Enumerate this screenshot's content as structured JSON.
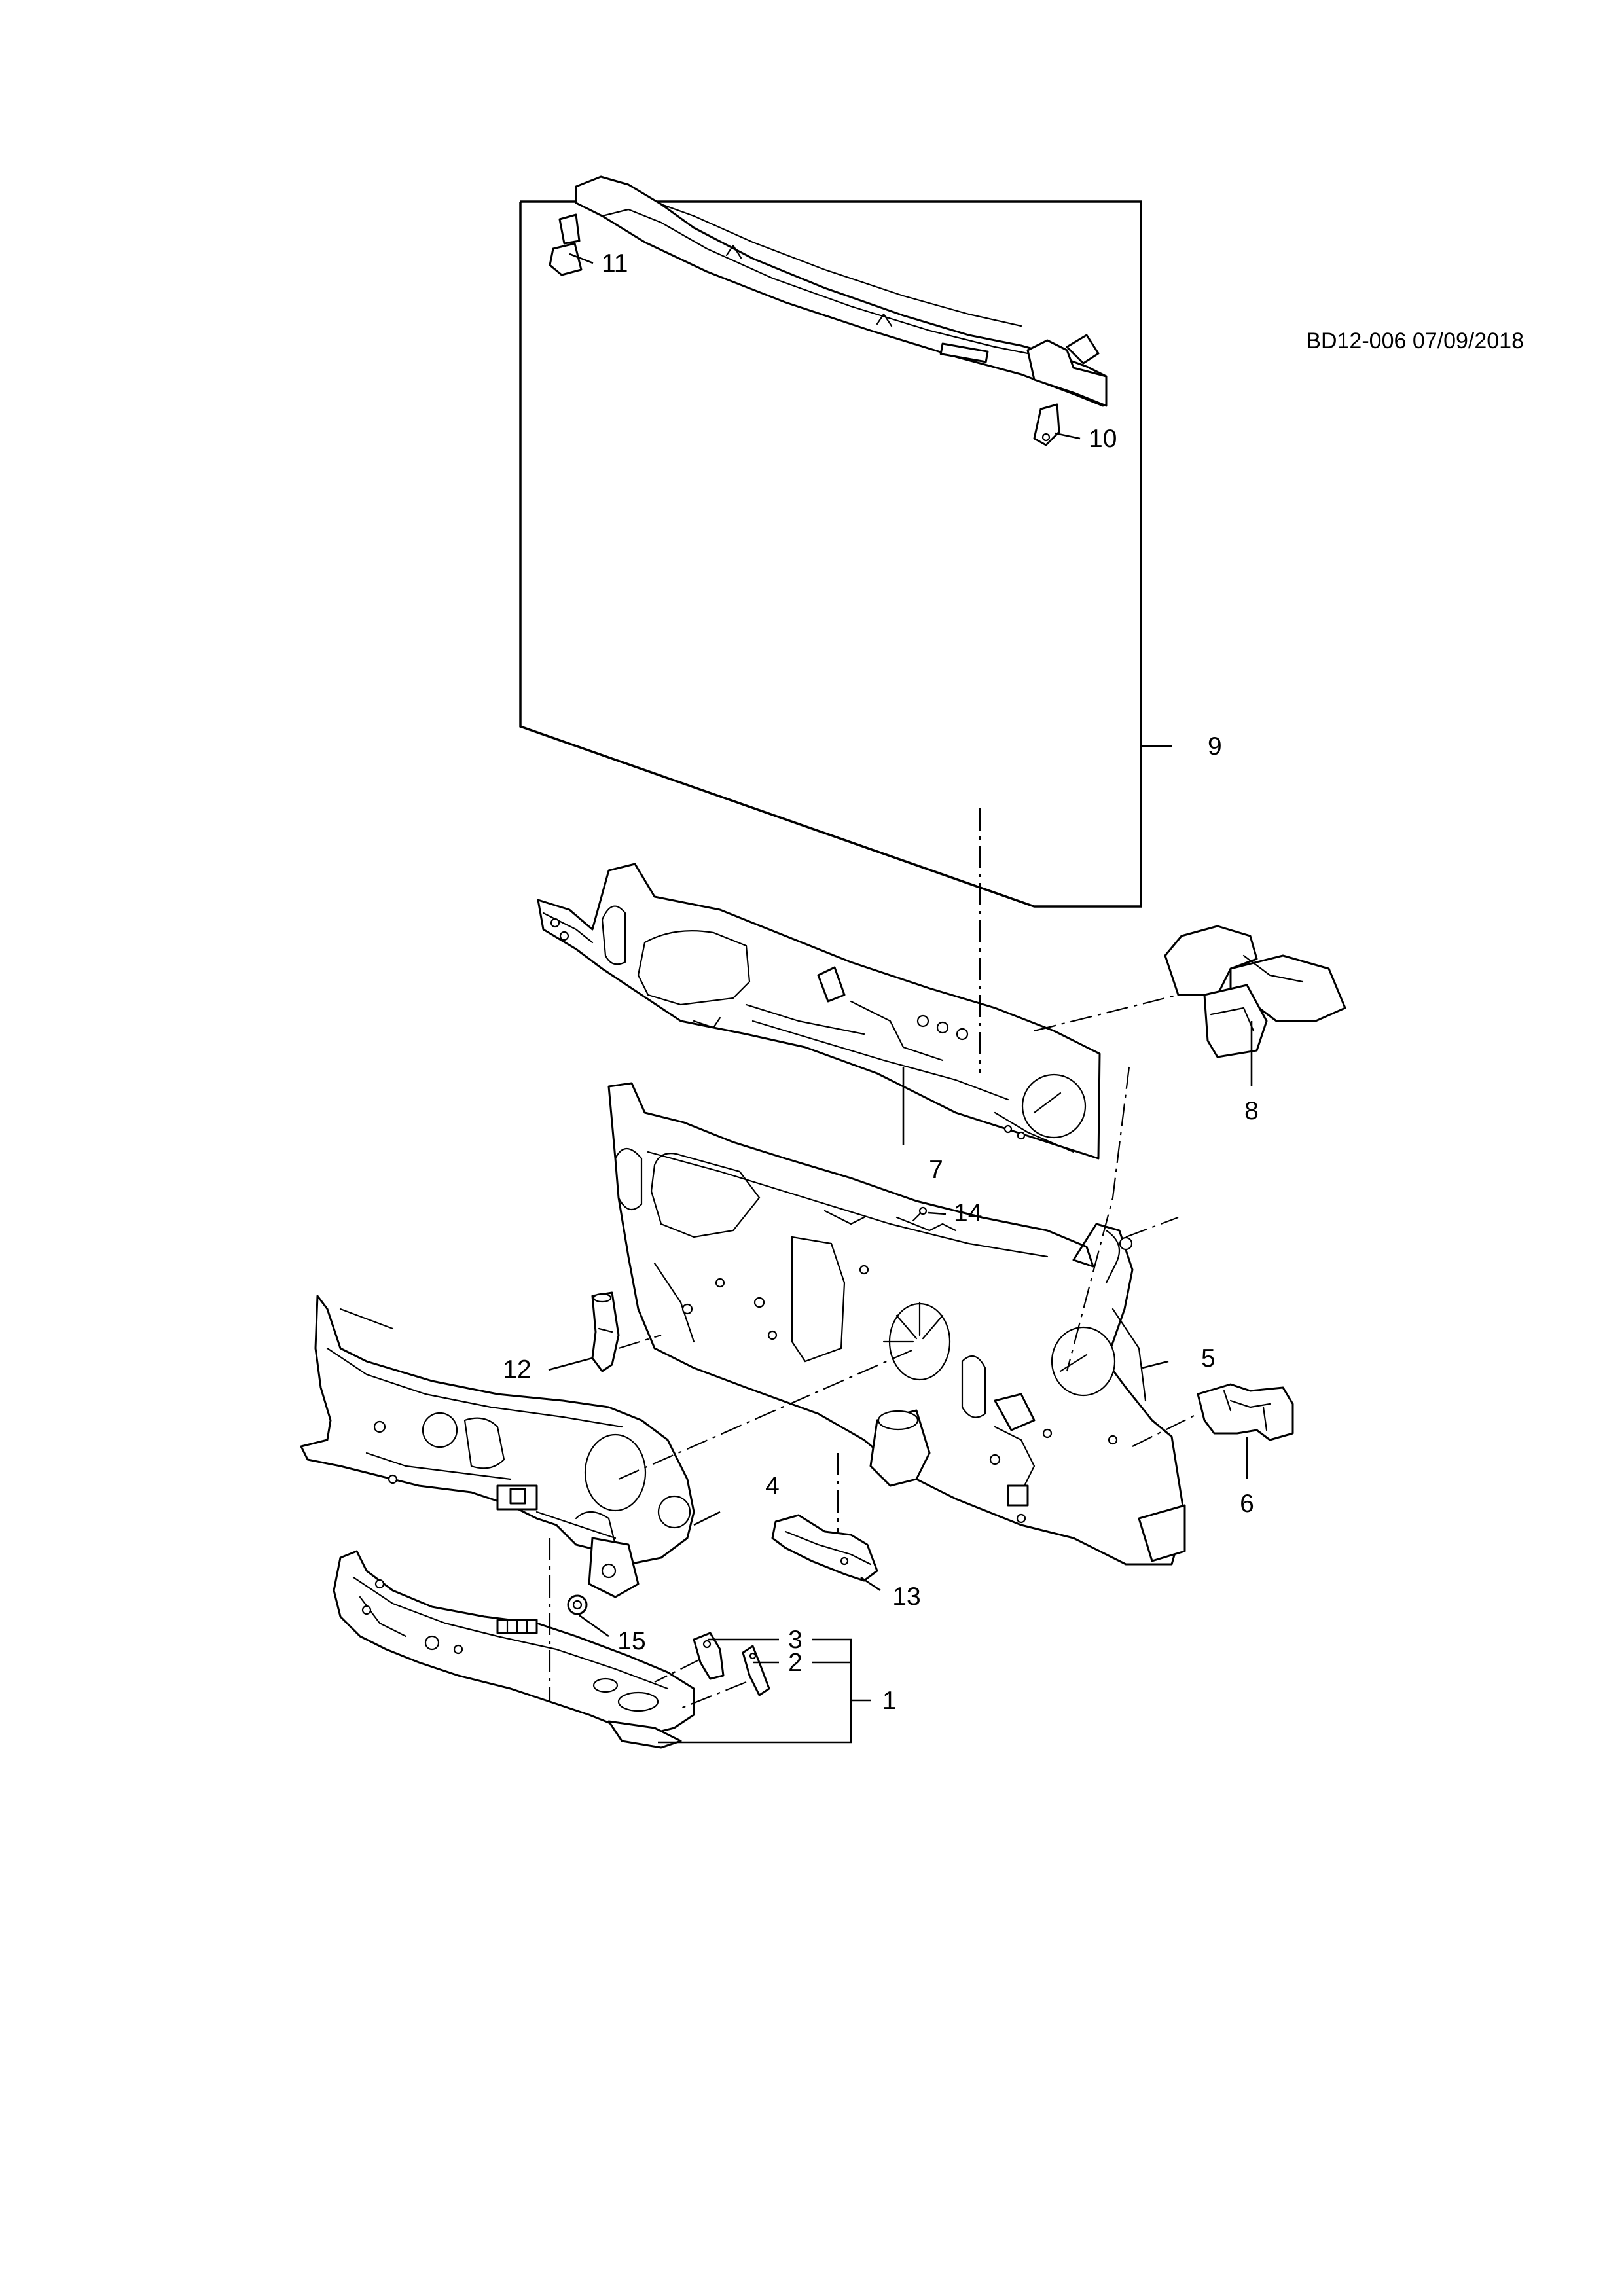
{
  "header": {
    "reference_code": "BD12-006 07/09/2018"
  },
  "callouts": {
    "c1": "1",
    "c2": "2",
    "c3": "3",
    "c4": "4",
    "c5": "5",
    "c6": "6",
    "c7": "7",
    "c8": "8",
    "c9": "9",
    "c10": "10",
    "c11": "11",
    "c12": "12",
    "c13": "13",
    "c14": "14",
    "c15": "15"
  }
}
